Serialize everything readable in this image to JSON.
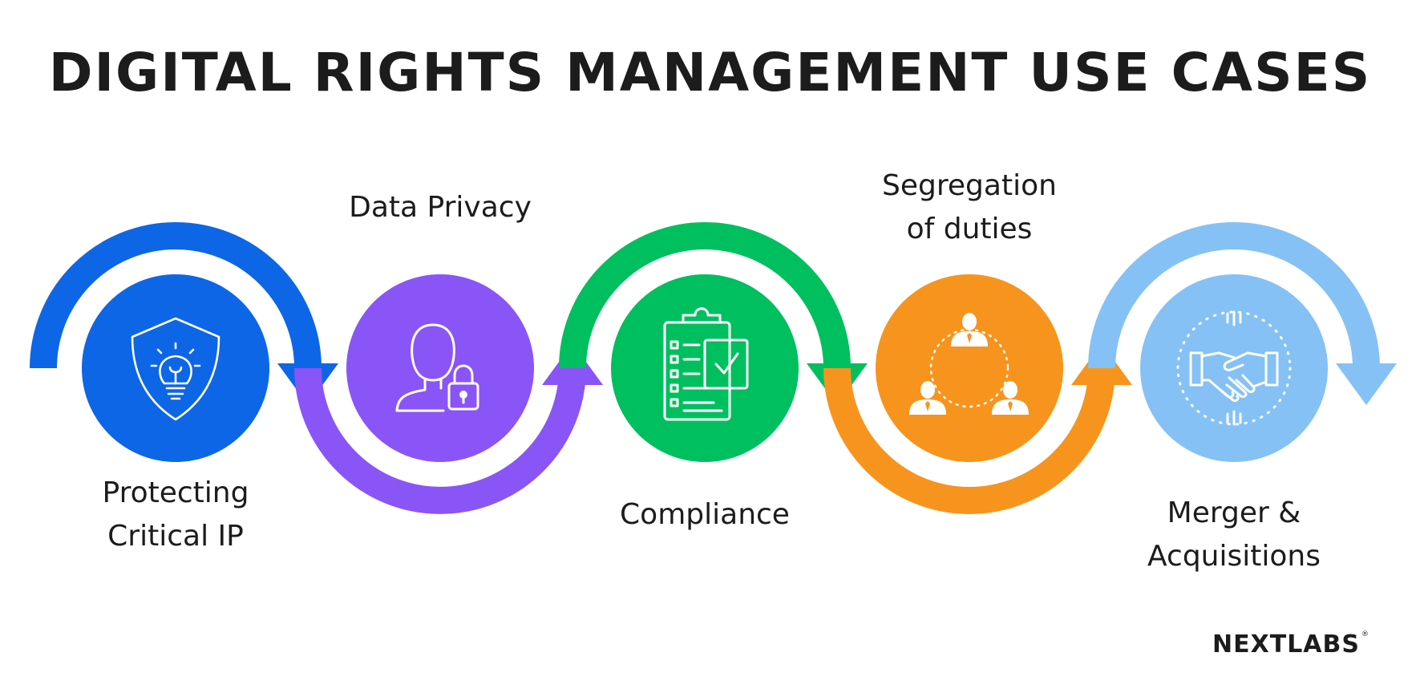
{
  "title": "DIGITAL RIGHTS MANAGEMENT USE CASES",
  "steps": [
    {
      "lines": [
        "Protecting",
        "Critical IP"
      ],
      "color": "#0d66e6",
      "icon": "shield-lightbulb-icon"
    },
    {
      "lines": [
        "Data Privacy"
      ],
      "color": "#8a55f7",
      "icon": "user-lock-icon"
    },
    {
      "lines": [
        "Compliance"
      ],
      "color": "#00bf5f",
      "icon": "clipboard-checklist-icon"
    },
    {
      "lines": [
        "Segregation",
        "of duties"
      ],
      "color": "#f7941d",
      "icon": "team-network-icon"
    },
    {
      "lines": [
        "Merger &",
        "Acquisitions"
      ],
      "color": "#85c1f5",
      "icon": "handshake-icon"
    }
  ],
  "logo": {
    "text": "NEXTLABS",
    "mark": "®"
  }
}
